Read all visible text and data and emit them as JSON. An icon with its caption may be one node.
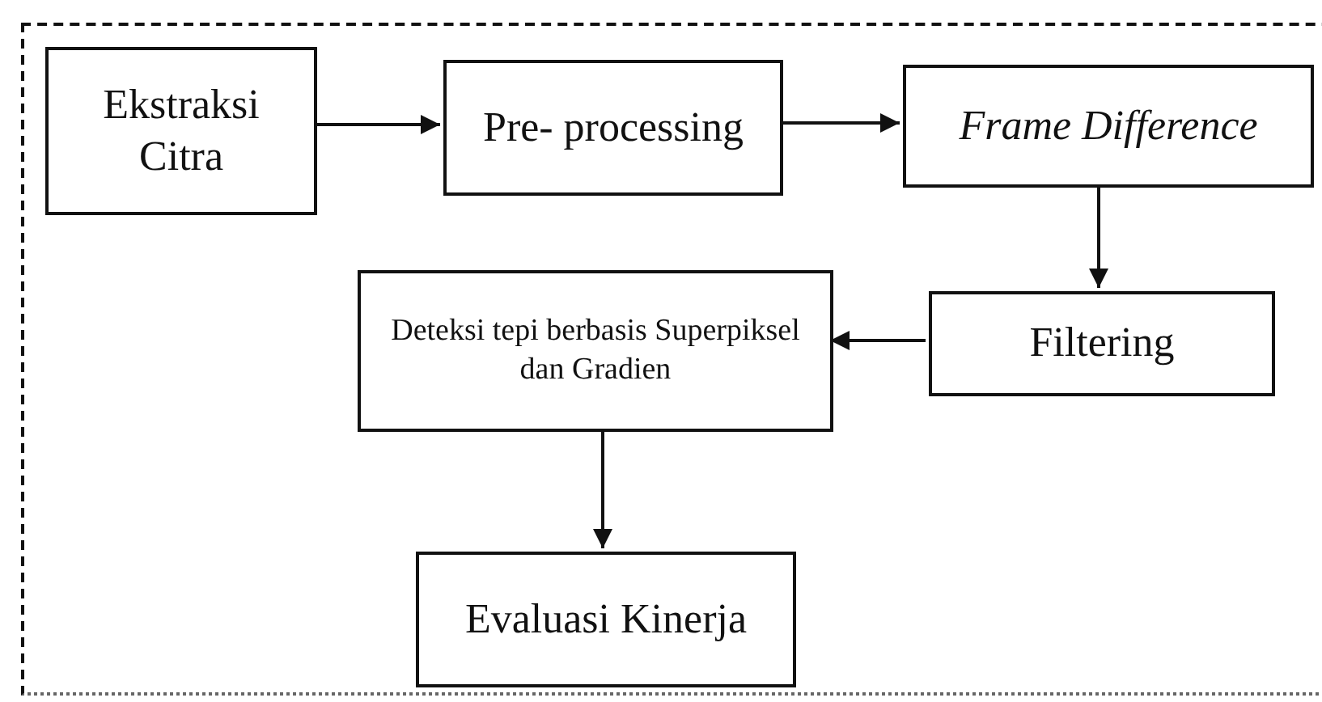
{
  "diagram": {
    "nodes": [
      {
        "text": [],
        "shape": "box"
      },
      {
        "text": [
          "Ekstraksi Citra"
        ],
        "in": 0
      },
      {
        "text": [
          "Pre- processing"
        ],
        "in": 0
      },
      {
        "text": [
          "Frame Difference"
        ],
        "in": 0
      },
      {
        "text": [
          "Filtering"
        ],
        "in": 0
      },
      {
        "text": [
          "Deteksi tepi berbasis Superpiksel dan Gradien"
        ],
        "in": 0
      },
      {
        "text": [
          "Evaluasi Kinerja"
        ],
        "in": 0
      }
    ],
    "edges": [
      {
        "from": 1,
        "to": 2,
        "arrow": "to"
      },
      {
        "from": 2,
        "to": 3,
        "arrow": "to"
      },
      {
        "from": 3,
        "to": 4,
        "arrow": "to"
      },
      {
        "from": 4,
        "to": 5,
        "arrow": "to"
      },
      {
        "from": 5,
        "to": 6,
        "arrow": "to"
      }
    ]
  }
}
